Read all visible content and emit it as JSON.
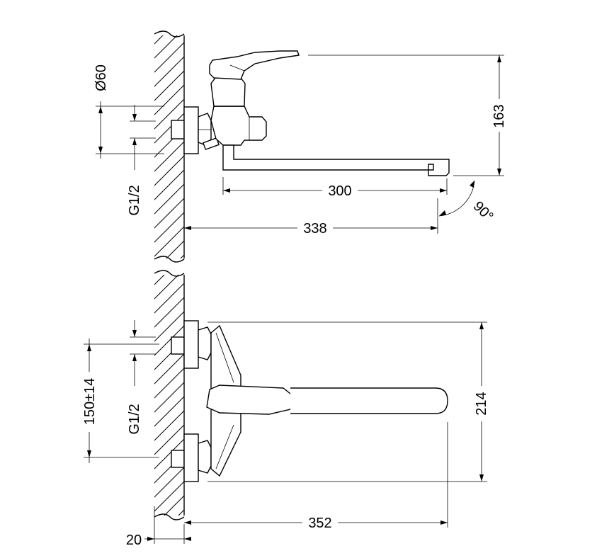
{
  "top_view": {
    "dims": {
      "diameter": "Ø60",
      "thread": "G1/2",
      "height": "163",
      "spout": "300",
      "reach": "338",
      "angle": "90°"
    }
  },
  "front_view": {
    "dims": {
      "spacing": "150±14",
      "thread": "G1/2",
      "height": "214",
      "reach": "352",
      "wall": "20"
    }
  }
}
